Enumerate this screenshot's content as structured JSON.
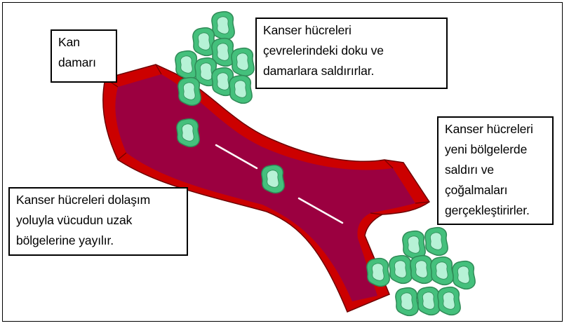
{
  "labels": {
    "blood_vessel": [
      "Kan",
      "damarı"
    ],
    "attack_tissue": [
      "Kanser hücreleri",
      "çevrelerindeki doku ve",
      "damarlara saldırırlar."
    ],
    "new_regions": [
      "Kanser hücreleri",
      "yeni bölgelerde",
      "saldırı ve",
      "çoğalmaları",
      "gerçekleştirirler."
    ],
    "circulation": [
      "Kanser hücreleri dolaşım",
      "yoluyla vücudun uzak",
      "bölgelerine yayılır."
    ]
  },
  "colors": {
    "vessel_outer": "#cc0000",
    "vessel_inner": "#9b0040",
    "vessel_edge": "#6e0000",
    "cell_outer": "#44c07c",
    "cell_inner": "#b6f2d6",
    "cell_edge": "#2f8a57",
    "flow_line": "#ffffff"
  },
  "icons": {
    "cancer_cell": "cancer-cell-icon",
    "blood_vessel": "blood-vessel-icon",
    "flow_line": "blood-flow-line"
  }
}
